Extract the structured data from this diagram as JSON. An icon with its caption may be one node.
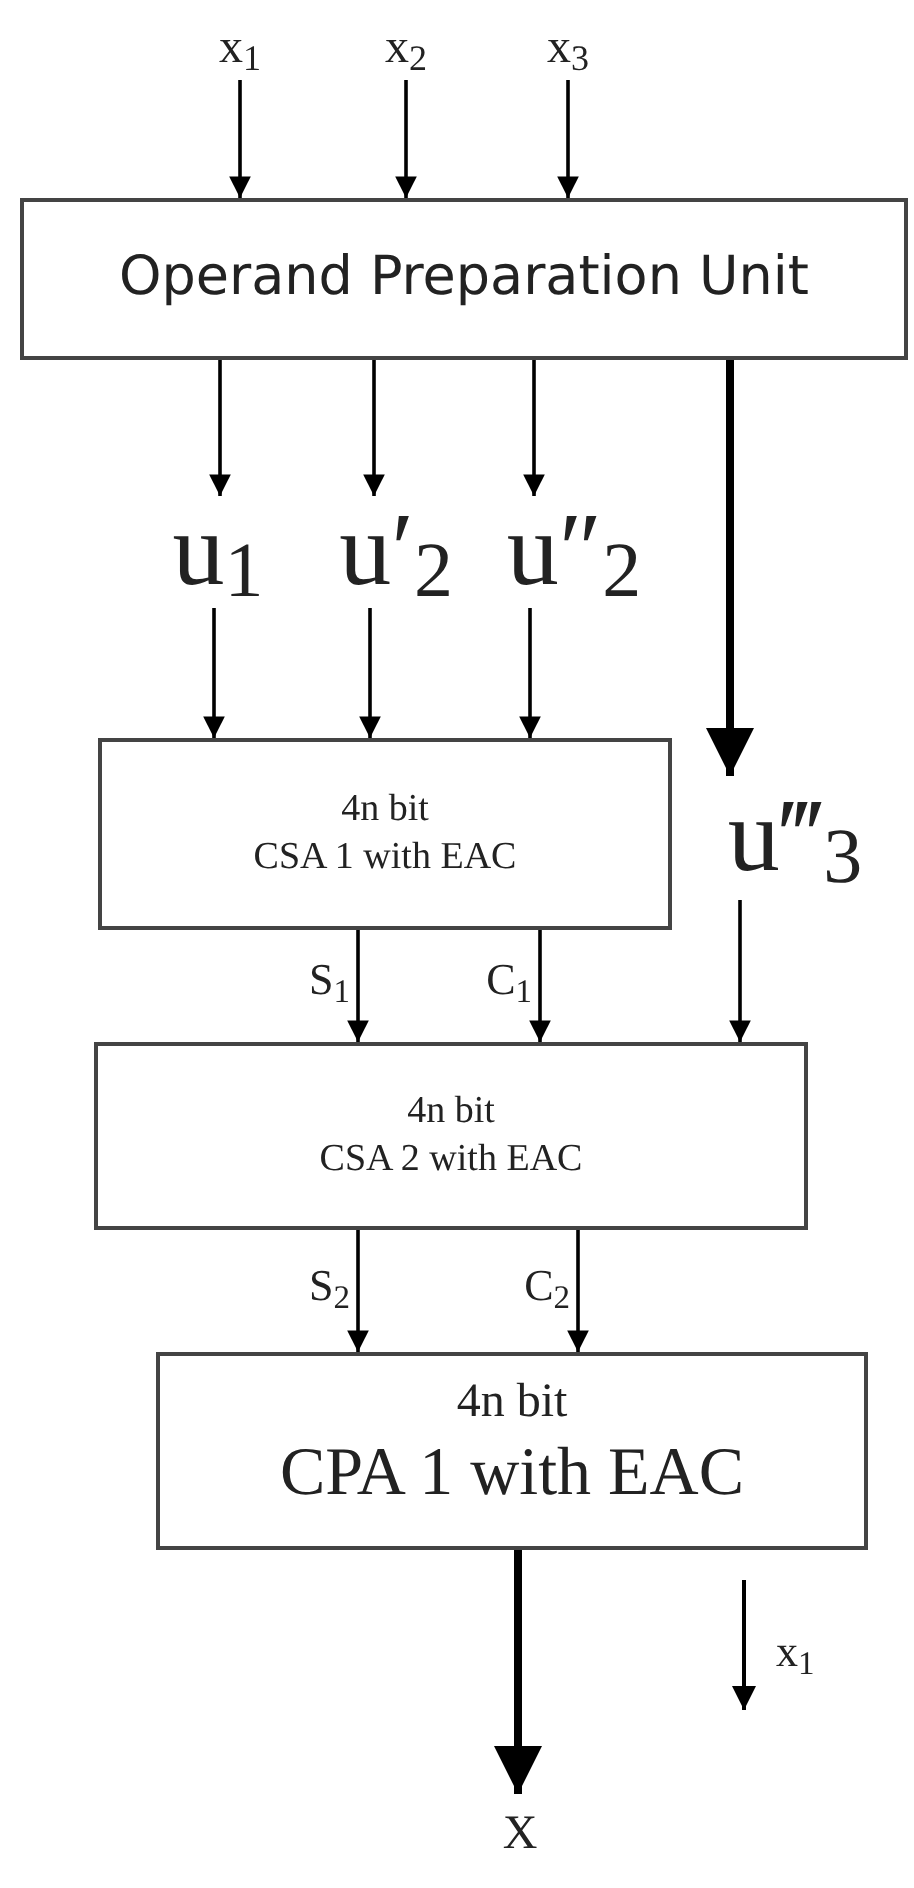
{
  "diagram": {
    "nodes": [
      {
        "text": [
          "x$_{1}$"
        ]
      },
      {
        "text": [
          "x$_{2}$"
        ]
      },
      {
        "text": [
          "x$_{3}$"
        ]
      },
      {
        "text": [
          "Operand Preparation Unit"
        ]
      },
      {
        "text": [
          "u$_{1}$"
        ]
      },
      {
        "text": [
          "u′$_{2}$"
        ]
      },
      {
        "text": [
          "u″$_{2}$"
        ]
      },
      {
        "text": [
          "4n bit",
          "CSA 1 with EAC"
        ]
      },
      {
        "text": [
          "u‴$_{3}$"
        ]
      },
      {
        "text": [
          "4n bit",
          "CSA 2 with EAC"
        ]
      },
      {
        "text": [
          "4n bit",
          "CPA 1 with EAC"
        ]
      },
      {
        "text": [
          "X"
        ]
      }
    ],
    "edges": [
      {
        "from": 0,
        "to": 3,
        "arrow": "to"
      },
      {
        "from": 1,
        "to": 3,
        "arrow": "to"
      },
      {
        "from": 2,
        "to": 3,
        "arrow": "to"
      },
      {
        "from": 3,
        "to": 4,
        "arrow": "to"
      },
      {
        "from": 3,
        "to": 5,
        "arrow": "to"
      },
      {
        "from": 3,
        "to": 6,
        "arrow": "to"
      },
      {
        "from": 3,
        "to": 8,
        "arrow": "to",
        "style": "thick"
      },
      {
        "from": 4,
        "to": 7,
        "arrow": "to"
      },
      {
        "from": 5,
        "to": 7,
        "arrow": "to"
      },
      {
        "from": 6,
        "to": 7,
        "arrow": "to"
      },
      {
        "from": 7,
        "to": 9,
        "arrow": "to",
        "label": "S$_{1}$"
      },
      {
        "from": 7,
        "to": 9,
        "arrow": "to",
        "label": "C$_{1}$"
      },
      {
        "from": 8,
        "to": 9,
        "arrow": "to"
      },
      {
        "from": 9,
        "to": 10,
        "arrow": "to",
        "label": "S$_{2}$"
      },
      {
        "from": 9,
        "to": 10,
        "arrow": "to",
        "label": "C$_{2}$"
      },
      {
        "from": 10,
        "to": 11,
        "arrow": "to",
        "style": "thick"
      }
    ],
    "labels": [
      "x$_{1}$"
    ]
  }
}
